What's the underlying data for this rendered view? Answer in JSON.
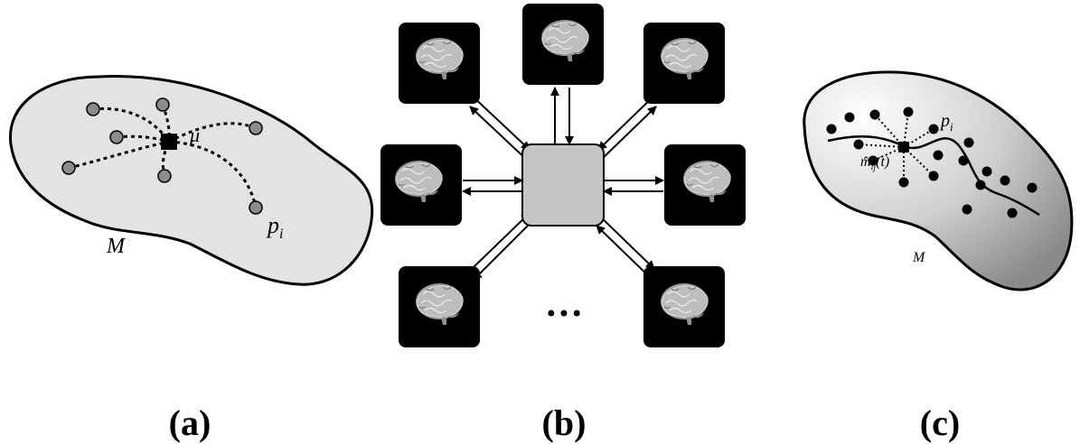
{
  "panel_a": {
    "manifold_label": "M",
    "mean_label": "μ",
    "point_label": {
      "base": "p",
      "sub": "i"
    },
    "caption": "(a)"
  },
  "panel_b": {
    "ellipsis": "•••",
    "caption": "(b)"
  },
  "panel_c": {
    "manifold_label": "M",
    "point_label": {
      "base": "p",
      "sub": "i"
    },
    "curve_point_label": {
      "base": "m̂",
      "sub": "ij",
      "suffix": "(t)"
    },
    "caption": "(c)"
  },
  "colors": {
    "manifold_fill_a": "#e3e3e3",
    "point_fill": "#8c8c8c",
    "hub_fill": "#c4c4c4",
    "tile_fill": "#000000",
    "ink": "#000000"
  }
}
